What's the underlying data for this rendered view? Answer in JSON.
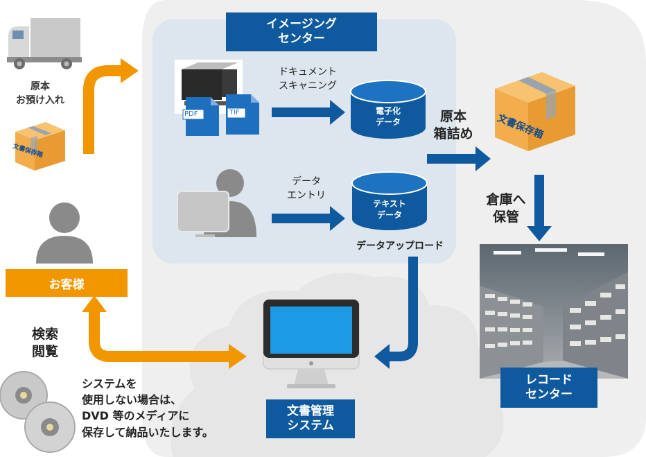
{
  "imaging_center": {
    "title_line1": "イメージング",
    "title_line2": "センター"
  },
  "steps": {
    "document_scanning": {
      "line1": "ドキュメント",
      "line2": "スキャニング"
    },
    "data_entry": {
      "line1": "データ",
      "line2": "エントリ"
    },
    "data_upload": "データアップロード",
    "packing": {
      "line1": "原本",
      "line2": "箱詰め"
    },
    "warehouse": {
      "line1": "倉庫へ",
      "line2": "保管"
    }
  },
  "databases": {
    "electronic": {
      "line1": "電子化",
      "line2": "データ"
    },
    "text": {
      "line1": "テキスト",
      "line2": "データ"
    }
  },
  "file_icons": {
    "pdf": "PDF",
    "tif": "TIF"
  },
  "storage_box_label": "文書保存箱",
  "original_deposit": {
    "line1": "原本",
    "line2": "お預け入れ"
  },
  "customer_label": "お客様",
  "search_browse": {
    "line1": "検索",
    "line2": "閲覧"
  },
  "dvd_note": "システムを\n使用しない場合は、\nDVD 等のメディアに\n保存して納品いたします。",
  "doc_system": {
    "line1": "文書管理",
    "line2": "システム"
  },
  "record_center": {
    "line1": "レコード",
    "line2": "センター"
  },
  "colors": {
    "accent_blue": "#0f5a9e",
    "orange": "#f29600",
    "panel": "#dde5ee",
    "cloud": "#efefef"
  },
  "icons": [
    "truck-icon",
    "storage-box-icon",
    "person-icon",
    "scanner-icon",
    "pdf-file-icon",
    "tif-file-icon",
    "monitor-icon",
    "database-icon",
    "computer-monitor-icon",
    "dvd-disc-icon",
    "warehouse-photo"
  ]
}
